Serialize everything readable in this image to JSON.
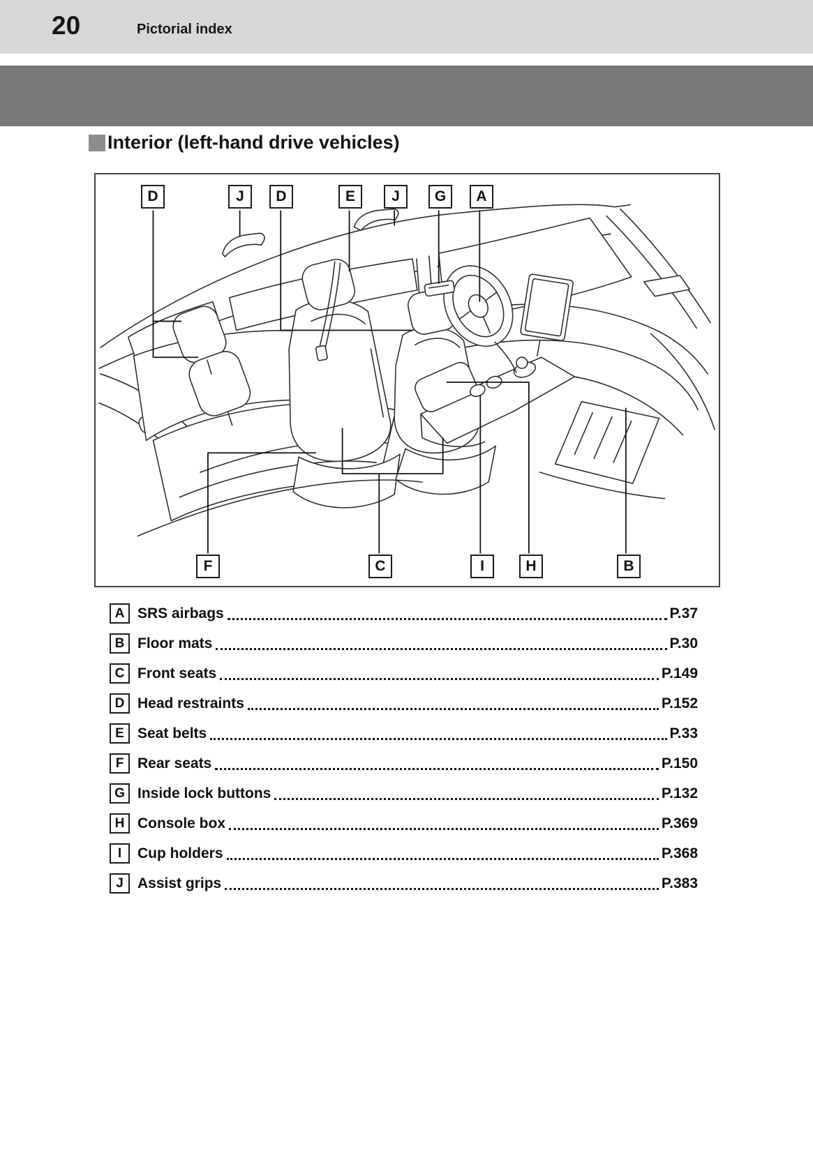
{
  "page_header": {
    "page_number": "20",
    "section_title": "Pictorial index"
  },
  "section_heading": {
    "text": "Interior (left-hand drive vehicles)"
  },
  "diagram": {
    "description": "line-art of car interior, left-hand drive",
    "top_labels": [
      "D",
      "J",
      "D",
      "E",
      "J",
      "G",
      "A"
    ],
    "bottom_labels": [
      "F",
      "C",
      "I",
      "H",
      "B"
    ]
  },
  "index_items": [
    {
      "letter": "A",
      "label": "SRS airbags",
      "page": "P.37"
    },
    {
      "letter": "B",
      "label": "Floor mats",
      "page": "P.30"
    },
    {
      "letter": "C",
      "label": "Front seats",
      "page": "P.149"
    },
    {
      "letter": "D",
      "label": "Head restraints",
      "page": "P.152"
    },
    {
      "letter": "E",
      "label": "Seat belts",
      "page": "P.33"
    },
    {
      "letter": "F",
      "label": "Rear seats",
      "page": "P.150"
    },
    {
      "letter": "G",
      "label": "Inside lock buttons",
      "page": "P.132"
    },
    {
      "letter": "H",
      "label": "Console box",
      "page": "P.369"
    },
    {
      "letter": "I",
      "label": "Cup holders",
      "page": "P.368"
    },
    {
      "letter": "J",
      "label": "Assist grips",
      "page": "P.383"
    }
  ]
}
